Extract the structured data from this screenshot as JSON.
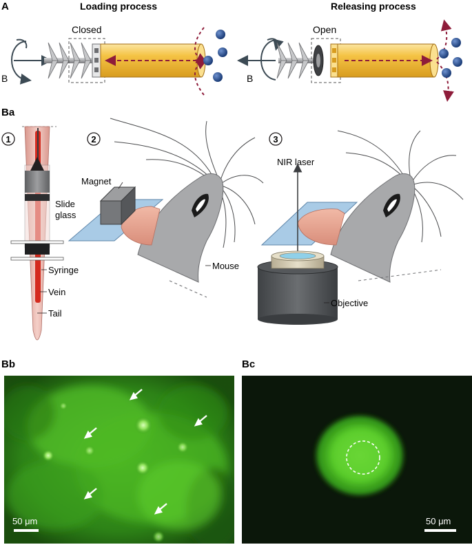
{
  "panel_a": {
    "panel_label": "A",
    "loading": {
      "title": "Loading process",
      "state": "Closed",
      "field_label": "B"
    },
    "releasing": {
      "title": "Releasing process",
      "state": "Open",
      "field_label": "B"
    }
  },
  "panel_ba": {
    "panel_label": "Ba",
    "step1": {
      "number": "1",
      "labels": {
        "syringe": "Syringe",
        "vein": "Vein",
        "tail": "Tail"
      }
    },
    "step2": {
      "number": "2",
      "labels": {
        "magnet": "Magnet",
        "slide_line1": "Slide",
        "slide_line2": "glass",
        "mouse": "Mouse"
      }
    },
    "step3": {
      "number": "3",
      "labels": {
        "laser": "NIR laser",
        "objective": "Objective"
      }
    }
  },
  "panel_bb": {
    "panel_label": "Bb",
    "scale_bar": "50 μm"
  },
  "panel_bc": {
    "panel_label": "Bc",
    "scale_bar": "50 μm"
  },
  "colors": {
    "tube": "#f2b92e",
    "tube_light": "#fbe08f",
    "particle": "#1f4e99",
    "arrow_red": "#8e1c3a",
    "tail": "#e8b4ac",
    "vein": "#d42a1e",
    "mouse": "#a8a9ab",
    "glass": "#a9cbe6",
    "fluor_green": "#4cbf22"
  }
}
